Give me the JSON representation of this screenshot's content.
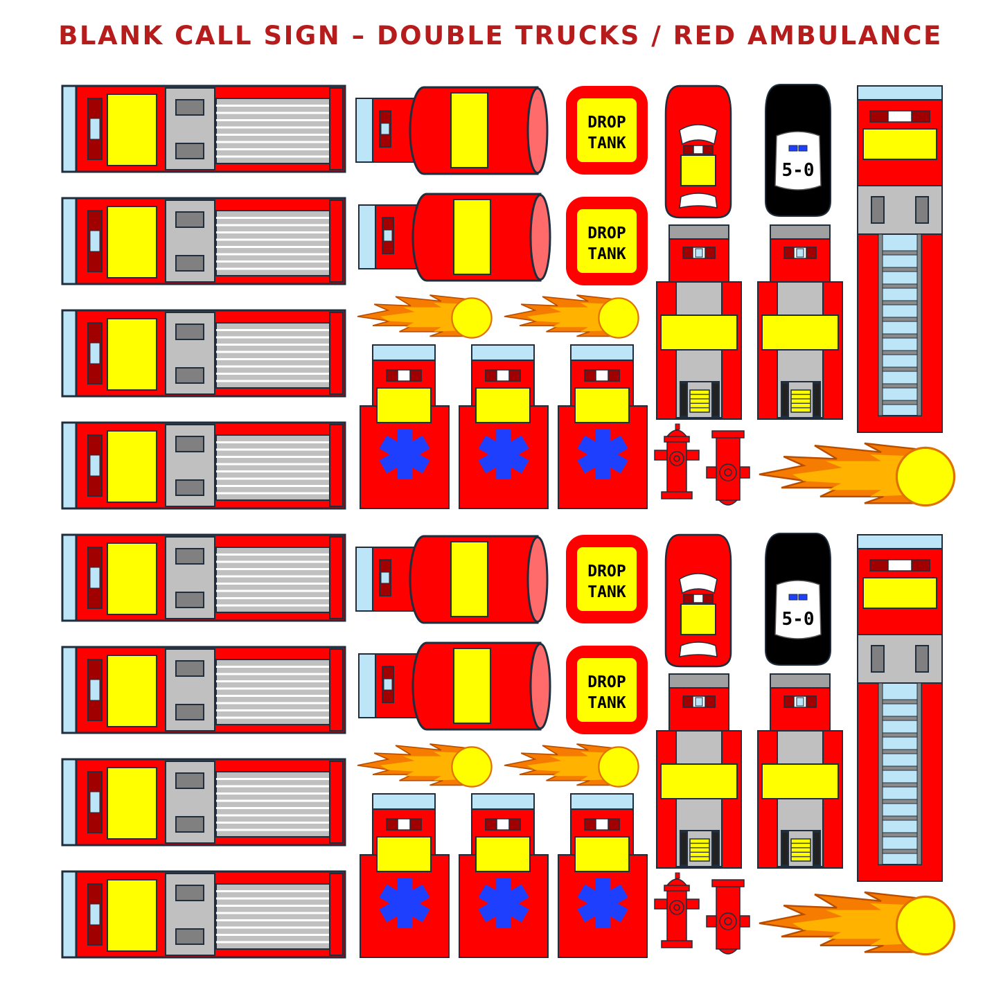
{
  "sheet": {
    "title": "BLANK CALL SIGN – DOUBLE TRUCKS / RED AMBULANCE"
  },
  "colors": {
    "title": "#b71c1c",
    "truck_red": "#ff0000",
    "cab_yellow": "#ffff00",
    "body_grey": "#c0c0c0",
    "glass_blue": "#bde5f8",
    "outline": "#1f2d3d",
    "light_bar_red": "#a00000",
    "police_black": "#000000",
    "star_of_life_blue": "#1f3fff",
    "flame_orange": "#f57c00"
  },
  "stickers": {
    "drop_tank_label": [
      "DROP",
      "TANK"
    ],
    "police_car_label": "5-0",
    "sections": [
      {
        "pumper_trucks": 4,
        "tanker_trucks": 2,
        "drop_tank_signs": 2,
        "fireballs_small": 2,
        "ambulances": 3,
        "red_chief_car": 1,
        "police_car": 1,
        "front_view_engines": 2,
        "ladder_truck": 1,
        "fire_hydrants": 2,
        "fireball_large": 1
      },
      {
        "pumper_trucks": 4,
        "tanker_trucks": 2,
        "drop_tank_signs": 2,
        "fireballs_small": 2,
        "ambulances": 3,
        "red_chief_car": 1,
        "police_car": 1,
        "front_view_engines": 2,
        "ladder_truck": 1,
        "fire_hydrants": 2,
        "fireball_large": 1
      }
    ]
  }
}
